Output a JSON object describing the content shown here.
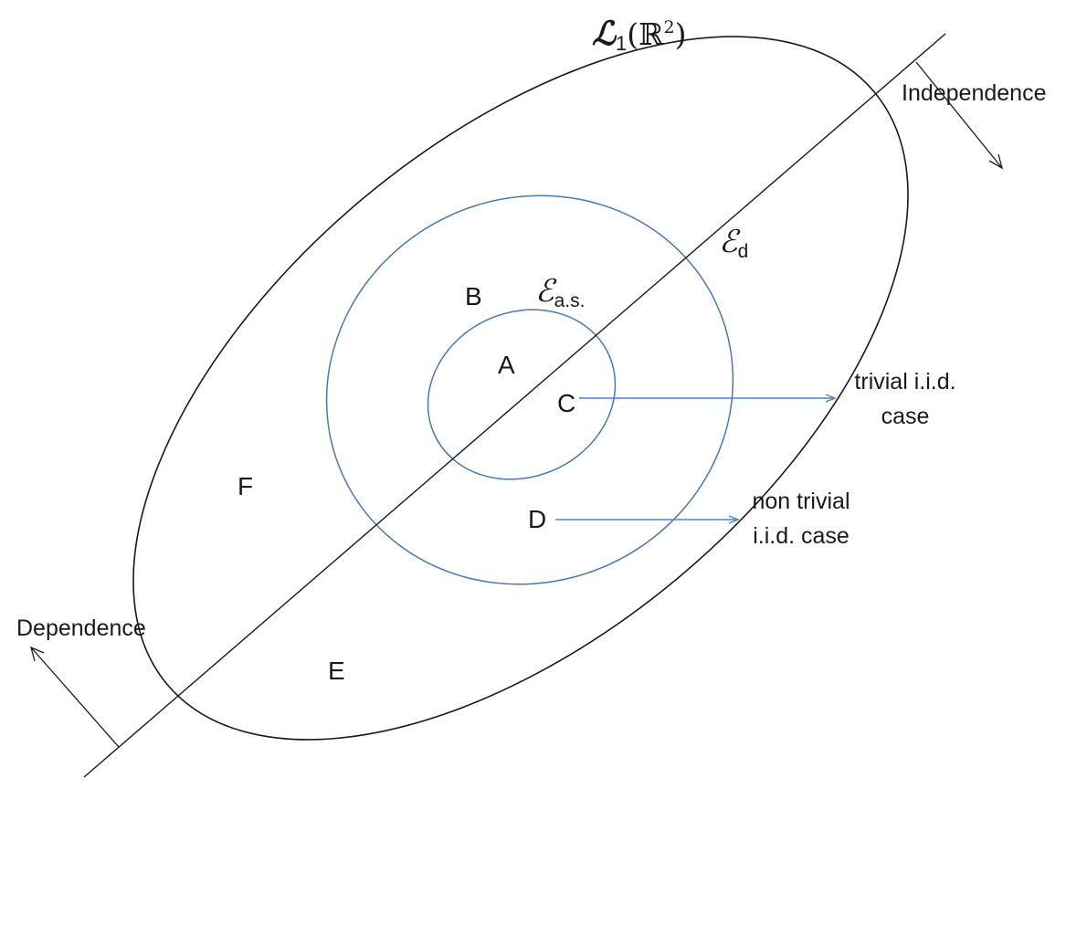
{
  "title": {
    "script_letter": "ℒ",
    "subscript": "1",
    "open_paren": "(",
    "space_symbol": "ℝ",
    "superscript": "2",
    "close_paren": ")"
  },
  "sets": {
    "almost_sure": {
      "symbol": "ℰ",
      "subscript": "a.s."
    },
    "distribution": {
      "symbol": "ℰ",
      "subscript": "d"
    }
  },
  "regions": {
    "a": "A",
    "b": "B",
    "c": "C",
    "d": "D",
    "e": "E",
    "f": "F"
  },
  "axis": {
    "independence": "Independence",
    "dependence": "Dependence"
  },
  "annotations": {
    "trivial_line1": "trivial i.i.d.",
    "trivial_line2": "case",
    "nontrivial_line1": "non trivial",
    "nontrivial_line2": "i.i.d. case"
  },
  "colors": {
    "outer_ellipse": "#1a1a1a",
    "inner_ellipses": "#4a76b8",
    "annotation_arrows": "#4a86c0",
    "axis": "#1a1a1a"
  }
}
